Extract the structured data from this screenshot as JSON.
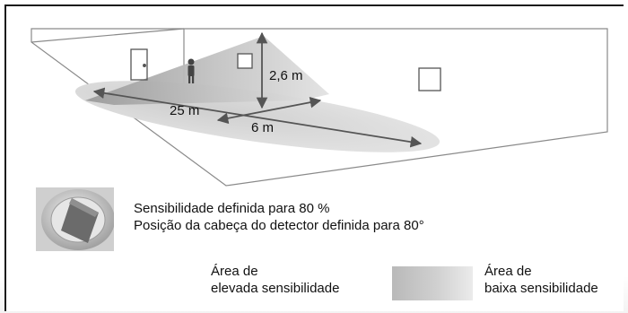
{
  "dimensions": {
    "height": "2,6 m",
    "length": "25 m",
    "width": "6 m"
  },
  "info": {
    "line1": "Sensibilidade definida para 80 %",
    "line2": "Posição da cabeça do detector definida para 80°"
  },
  "legend": {
    "high_line1": "Área de",
    "high_line2": "elevada sensibilidade",
    "low_line1": "Área de",
    "low_line2": "baixa sensibilidade"
  },
  "colors": {
    "room_outline": "#8a8a8a",
    "arrow": "#555555",
    "floor_zone": "#d9d9d9",
    "cone_high": "#9e9e9e"
  }
}
